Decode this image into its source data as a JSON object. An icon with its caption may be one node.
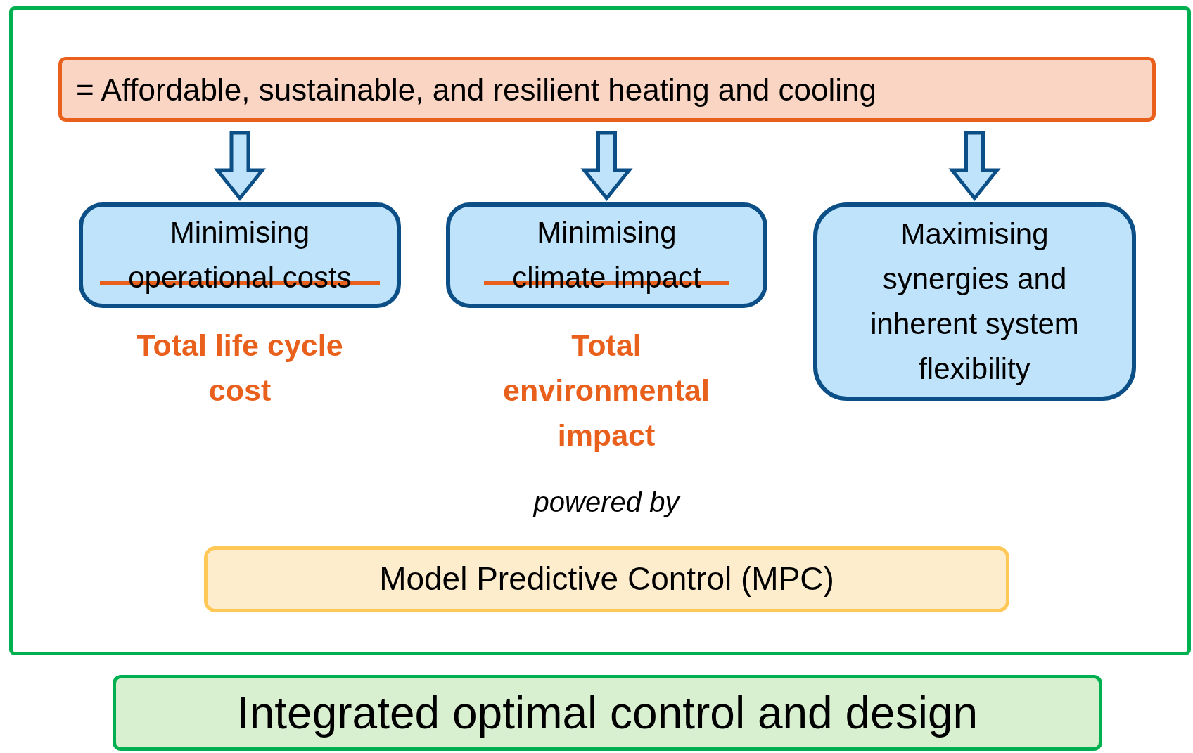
{
  "diagram": {
    "nodes": [
      {
        "text": [],
        "shape": "box"
      },
      {
        "text": [
          "= Affordable, sustainable, and resilient heating and cooling"
        ],
        "in": 0
      },
      {
        "text": [
          "Minimising",
          "operational costs"
        ],
        "in": 0,
        "beside": [
          "Total life cycle cost"
        ]
      },
      {
        "text": [
          "Minimising",
          "climate impact"
        ],
        "in": 0,
        "beside": [
          "Total environmental impact"
        ]
      },
      {
        "text": [
          "Maximising synergies and inherent system flexibility"
        ],
        "in": 0
      },
      {
        "text": [
          "Model Predictive Control (MPC)"
        ],
        "in": 0
      },
      {
        "text": [
          "Integrated optimal control and design"
        ]
      }
    ],
    "edges": [
      {
        "from": 1,
        "to": 2,
        "arrow": "to"
      },
      {
        "from": 1,
        "to": 3,
        "arrow": "to"
      },
      {
        "from": 1,
        "to": 4,
        "arrow": "to"
      }
    ],
    "labels": [
      "powered by"
    ]
  }
}
